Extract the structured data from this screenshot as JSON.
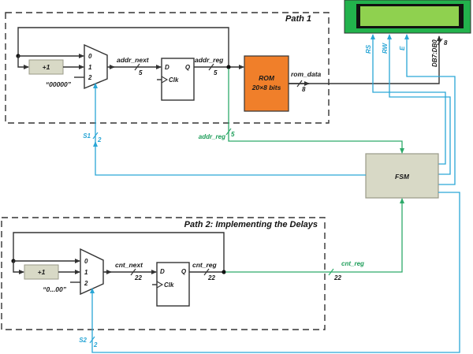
{
  "diagram": {
    "path1": {
      "title": "Path 1",
      "mux_inputs": [
        "0",
        "1",
        "2"
      ],
      "increment_label": "+1",
      "constant_label": "“00000”",
      "addr_next_label": "addr_next",
      "addr_next_width": "5",
      "register": {
        "d": "D",
        "q": "Q",
        "clk": "Clk"
      },
      "addr_reg_label": "addr_reg",
      "addr_reg_width": "5",
      "rom_title": "ROM",
      "rom_size": "20×8 bits",
      "rom_data_label": "rom_data",
      "rom_data_width": "8"
    },
    "lcd": {
      "pins": [
        "RS",
        "RW",
        "E",
        "DB7:DB0"
      ],
      "db_width": "8",
      "colors": {
        "frame": "#22b24c",
        "bezel": "#111111",
        "screen": "#8fd14f"
      }
    },
    "fsm": {
      "label": "FSM",
      "addr_reg_label": "addr_reg",
      "addr_reg_width": "5",
      "cnt_reg_label": "cnt_reg",
      "cnt_reg_width": "22"
    },
    "select_signals": {
      "s1_label": "S1",
      "s1_width": "2",
      "s2_label": "S2",
      "s2_width": "2"
    },
    "path2": {
      "title": "Path 2: Implementing the Delays",
      "mux_inputs": [
        "0",
        "1",
        "2"
      ],
      "increment_label": "+1",
      "constant_label": "“0...00”",
      "cnt_next_label": "cnt_next",
      "cnt_next_width": "22",
      "register": {
        "d": "D",
        "q": "Q",
        "clk": "Clk"
      },
      "cnt_reg_label": "cnt_reg",
      "cnt_reg_width": "22"
    },
    "colors": {
      "wire": "#333333",
      "control_wire": "#2aa6d6",
      "status_wire": "#2eaa6a",
      "rom_fill": "#f07f2a",
      "block_fill": "#d8d9c6"
    }
  }
}
